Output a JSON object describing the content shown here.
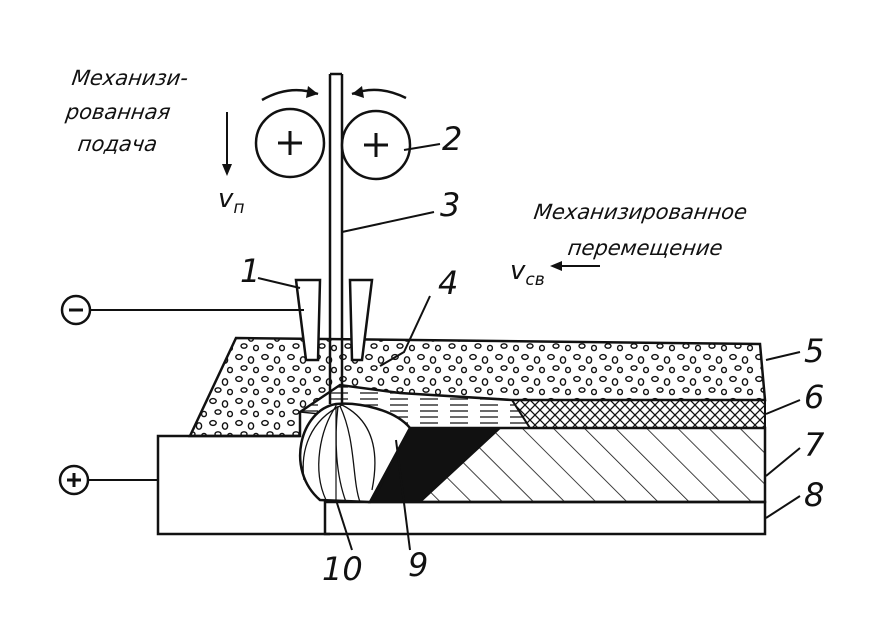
{
  "labels": {
    "feed_line1": "Механизи-",
    "feed_line2": "рованная",
    "feed_line3": "подача",
    "move_line1": "Механизированное",
    "move_line2": "перемещение",
    "v_feed": "v",
    "v_feed_sub": "п",
    "v_weld": "v",
    "v_weld_sub": "св"
  },
  "numbers": {
    "n1": "1",
    "n2": "2",
    "n3": "3",
    "n4": "4",
    "n5": "5",
    "n6": "6",
    "n7": "7",
    "n8": "8",
    "n9": "9",
    "n10": "10"
  },
  "terminals": {
    "minus": "−",
    "plus": "+"
  },
  "colors": {
    "ink": "#111111",
    "background": "#ffffff"
  }
}
